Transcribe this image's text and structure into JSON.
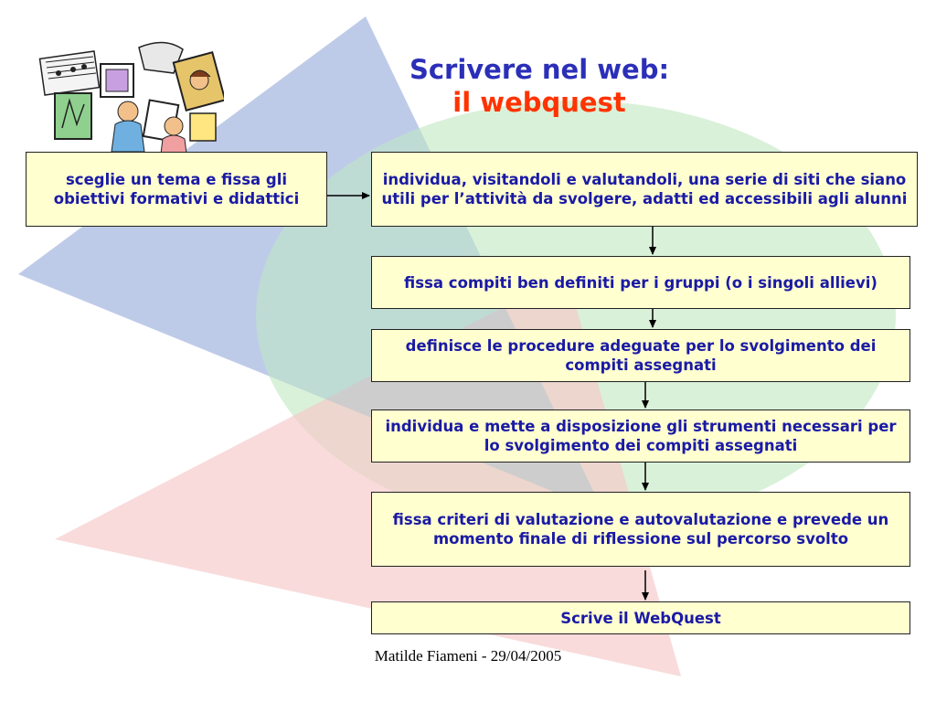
{
  "slide": {
    "title_line1": "Scrivere nel web:",
    "title_line2": "il webquest",
    "footer": "Matilde Fiameni - 29/04/2005"
  },
  "flow": {
    "start": "sceglie un tema e fissa gli obiettivi formativi e didattici",
    "steps": [
      "individua, visitandoli e valutandoli,  una serie di siti che siano utili per l’attività da svolgere, adatti ed accessibili agli alunni",
      "fissa compiti ben definiti per i gruppi (o i singoli allievi)",
      "definisce le procedure adeguate per lo svolgimento dei compiti assegnati",
      "individua e mette a disposizione gli strumenti necessari per lo svolgimento dei compiti assegnati",
      "fissa criteri di valutazione e autovalutazione e prevede un momento finale di riflessione sul percorso svolto",
      "Scrive il WebQuest"
    ]
  },
  "colors": {
    "title_blue": "#2b2fb8",
    "title_red": "#ff3300",
    "box_fill": "#ffffd0",
    "box_text": "#1a1aa6"
  },
  "icons": {
    "clipart": "art-music-collage-clipart"
  }
}
